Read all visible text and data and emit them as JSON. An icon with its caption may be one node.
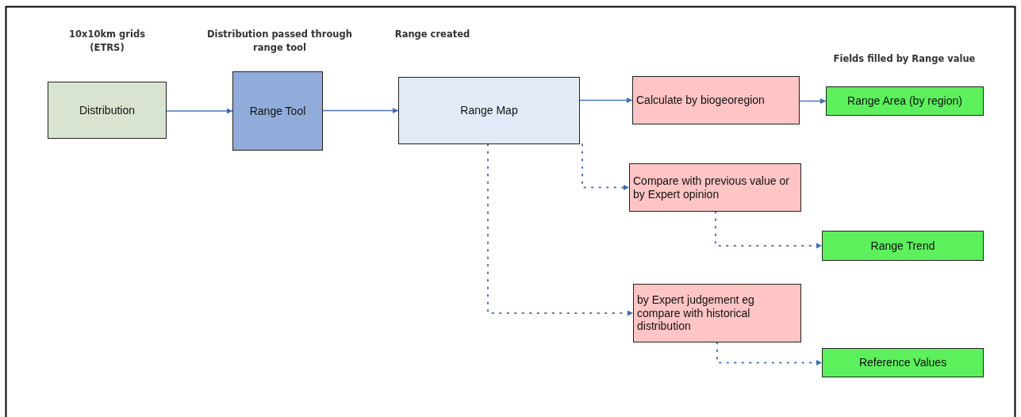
{
  "diagram": {
    "nodes": [
      {
        "text": [
          "Distribution"
        ]
      },
      {
        "text": [
          "Range Tool"
        ]
      },
      {
        "text": [
          "Range Map"
        ]
      },
      {
        "text": [
          "Calculate by biogeoregion"
        ]
      },
      {
        "text": [
          "Range Area (by region)"
        ]
      },
      {
        "text": [
          "Compare with previous value or by Expert opinion"
        ]
      },
      {
        "text": [
          "Range Trend"
        ]
      },
      {
        "text": [
          "by Expert judgement eg compare with historical distribution"
        ]
      },
      {
        "text": [
          "Reference Values"
        ]
      }
    ],
    "edges": [
      {
        "from": 0,
        "to": 1,
        "arrow": "to"
      },
      {
        "from": 1,
        "to": 2,
        "arrow": "to"
      },
      {
        "from": 2,
        "to": 3,
        "arrow": "to"
      },
      {
        "from": 3,
        "to": 4,
        "arrow": "to"
      },
      {
        "from": 2,
        "to": 5,
        "arrow": "to",
        "style": "dashed"
      },
      {
        "from": 5,
        "to": 6,
        "arrow": "to",
        "style": "dashed"
      },
      {
        "from": 2,
        "to": 7,
        "arrow": "to",
        "style": "dashed"
      },
      {
        "from": 7,
        "to": 8,
        "arrow": "to",
        "style": "dashed"
      }
    ],
    "labels": [
      "10x10km grids (ETRS)",
      "Distribution passed through range tool",
      "Range created",
      "Fields filled by Range value"
    ]
  }
}
